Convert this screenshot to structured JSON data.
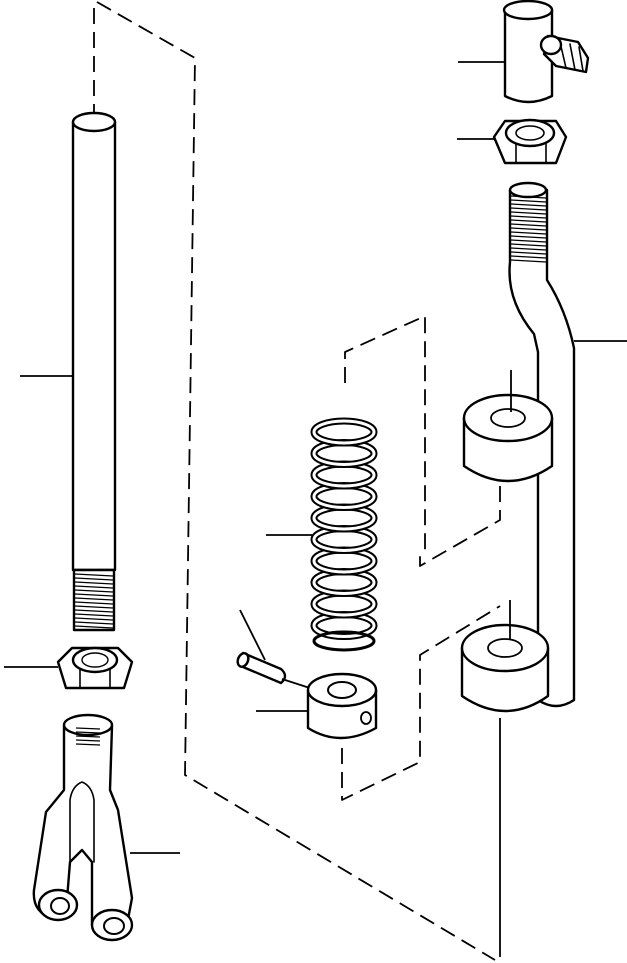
{
  "figure": {
    "type": "exploded-parts-diagram",
    "components": [
      "rod",
      "hex-nut-lower",
      "clevis-yoke",
      "ball-joint-socket",
      "hex-nut-upper",
      "bent-threaded-rod",
      "bushing-upper",
      "bushing-lower",
      "coil-spring",
      "roll-pin",
      "stop-collar"
    ],
    "callout_count": 12,
    "line_color": "#000000",
    "background": "#ffffff"
  }
}
